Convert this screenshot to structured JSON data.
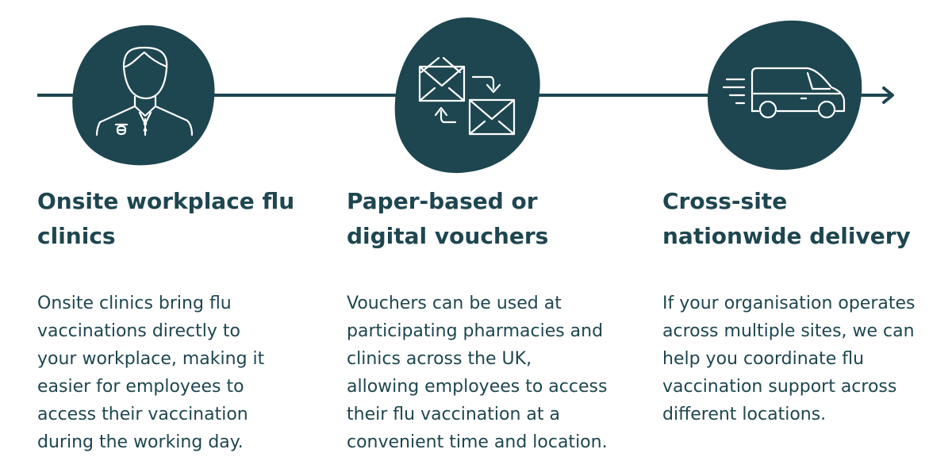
{
  "colors": {
    "primary": "#1e4650",
    "icon_stroke": "#ffffff",
    "background": "#ffffff"
  },
  "steps": [
    {
      "icon": "person-with-badge-icon",
      "title": "Onsite workplace flu clinics",
      "description": "Onsite clinics bring flu vaccinations directly to your workplace, making it easier for employees to access their vaccination during the working day."
    },
    {
      "icon": "envelopes-exchange-icon",
      "title": "Paper-based or digital vouchers",
      "description": "Vouchers can be used at participating pharmacies and clinics across the UK, allowing employees to access their flu vaccination at a convenient time and location."
    },
    {
      "icon": "delivery-van-icon",
      "title": "Cross-site nationwide delivery",
      "description": "If your organisation operates across multiple sites, we can help you coordinate flu vaccination support across different locations."
    }
  ]
}
